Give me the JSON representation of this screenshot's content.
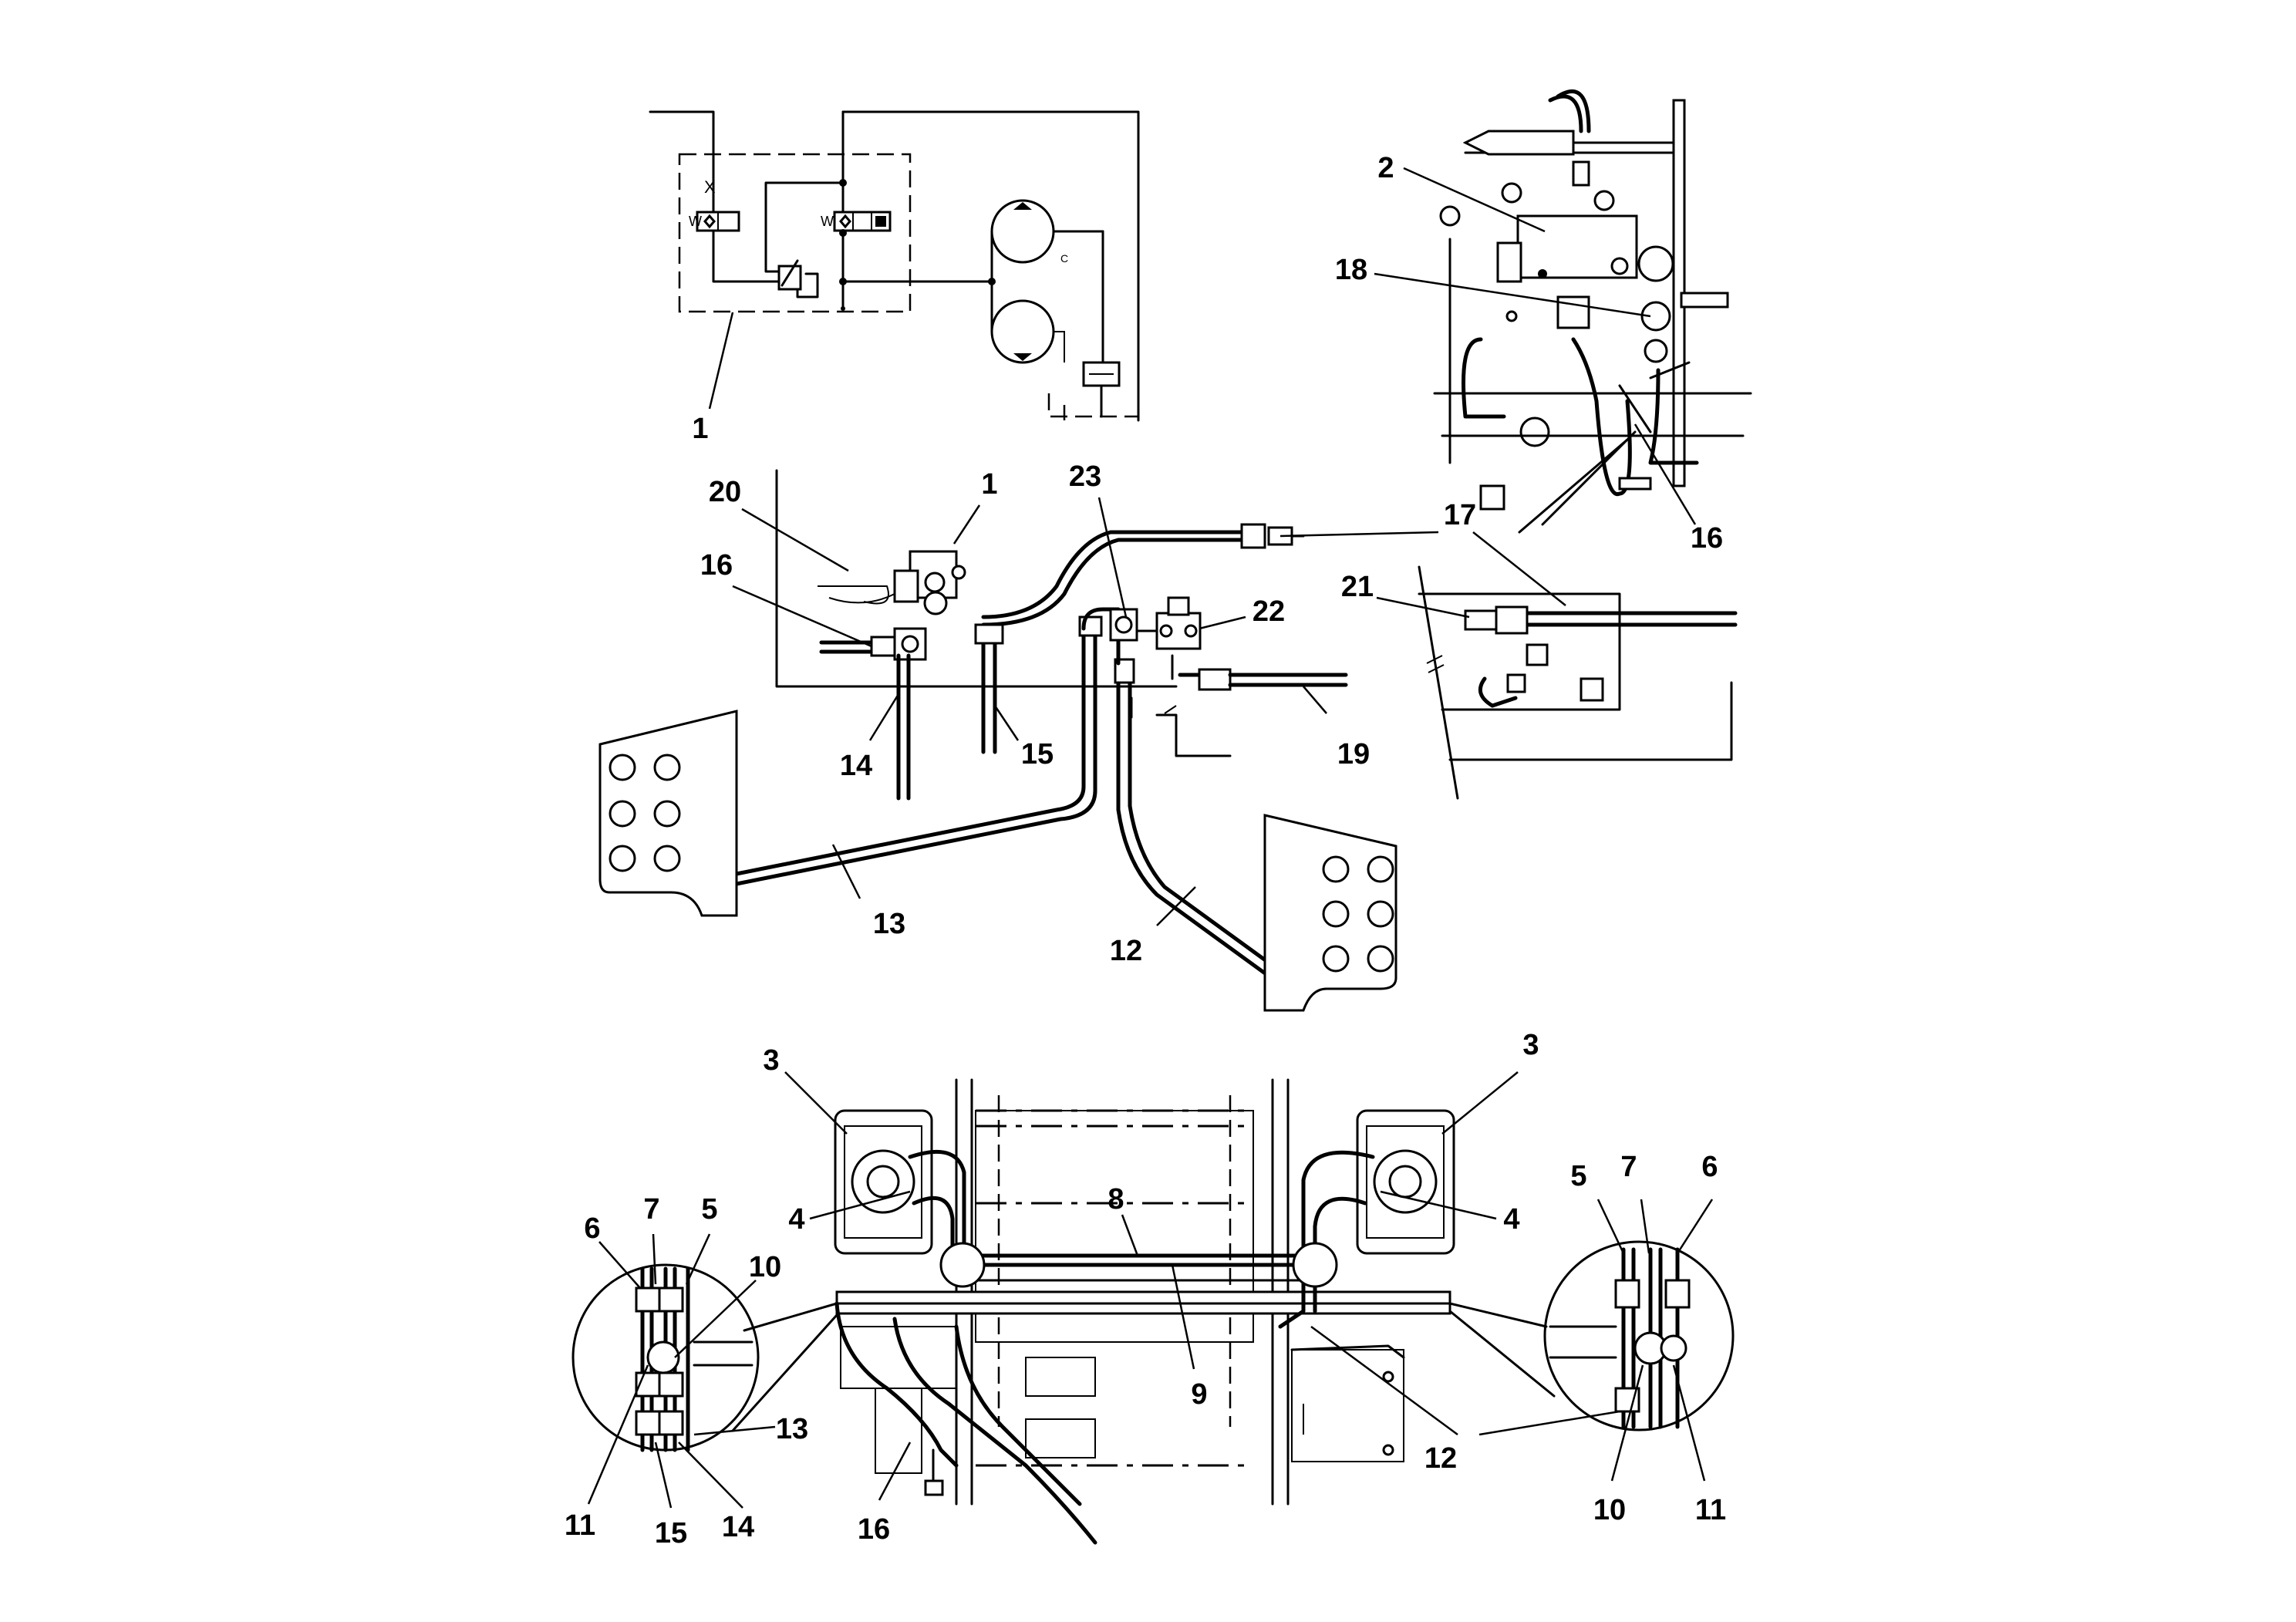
{
  "diagram": {
    "callouts": {
      "c_1_schematic": "1",
      "c_2": "2",
      "c_18": "18",
      "c_16_top": "16",
      "c_20": "20",
      "c_1_mid": "1",
      "c_23": "23",
      "c_17": "17",
      "c_16_mid": "16",
      "c_22": "22",
      "c_21": "21",
      "c_14_mid": "14",
      "c_15_mid": "15",
      "c_19": "19",
      "c_13_mid": "13",
      "c_12_mid": "12",
      "c_3_left": "3",
      "c_3_right": "3",
      "c_4_left": "4",
      "c_4_right": "4",
      "c_8": "8",
      "c_9": "9",
      "c_6_left": "6",
      "c_7_left": "7",
      "c_5_left": "5",
      "c_10_left": "10",
      "c_13_bottom": "13",
      "c_11_left": "11",
      "c_15_bottom": "15",
      "c_14_bottom": "14",
      "c_16_bottom": "16",
      "c_12_bottom": "12",
      "c_5_right": "5",
      "c_7_right": "7",
      "c_6_right": "6",
      "c_10_right": "10",
      "c_11_right": "11"
    },
    "schematic_symbols": {
      "port_x": "X",
      "port_c": "C",
      "solenoid_left": "W",
      "solenoid_right": "W"
    }
  }
}
